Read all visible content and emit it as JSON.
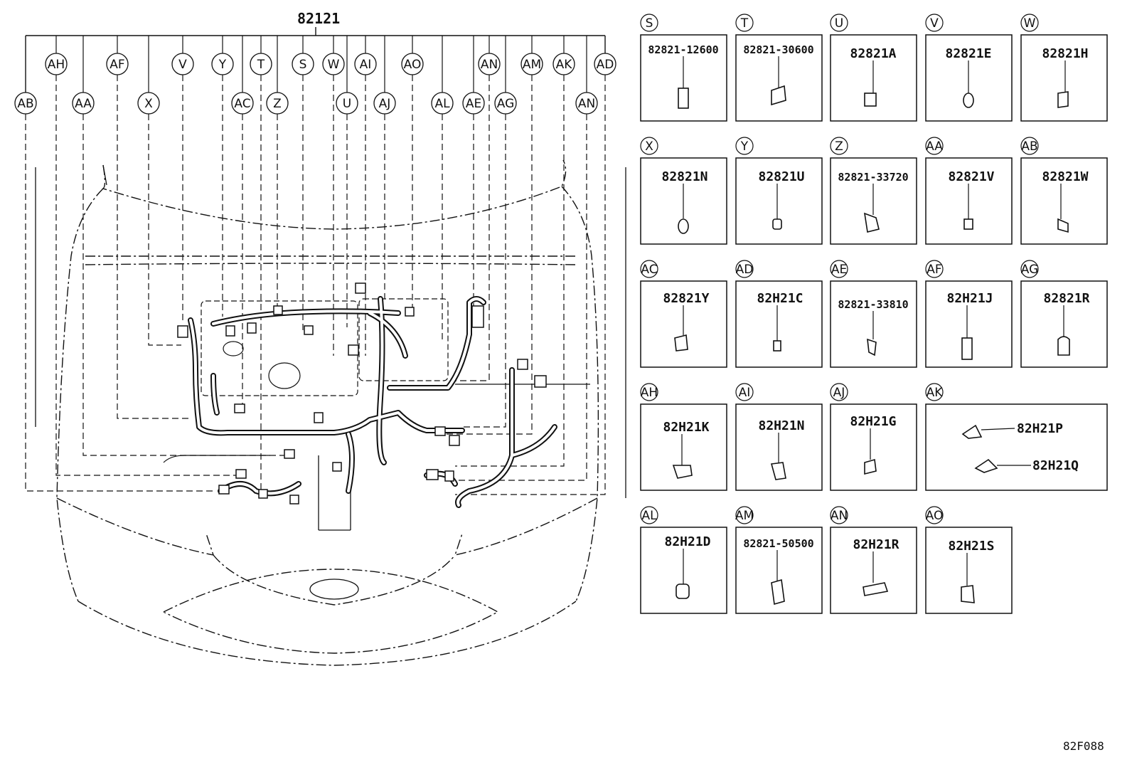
{
  "diagram": {
    "main_part_number": "82121",
    "drawing_code": "82F088",
    "top_callouts": [
      "AH",
      "AF",
      "V",
      "Y",
      "T",
      "S",
      "W",
      "AI",
      "AO",
      "AN",
      "AM",
      "AK",
      "AD"
    ],
    "bottom_callouts": [
      "AB",
      "AA",
      "X",
      "AC",
      "Z",
      "U",
      "AJ",
      "AL",
      "AE",
      "AG",
      "AN"
    ],
    "connector_panels": [
      {
        "id": "S",
        "part": "82821-12600"
      },
      {
        "id": "T",
        "part": "82821-30600"
      },
      {
        "id": "U",
        "part": "82821A"
      },
      {
        "id": "V",
        "part": "82821E"
      },
      {
        "id": "W",
        "part": "82821H"
      },
      {
        "id": "X",
        "part": "82821N"
      },
      {
        "id": "Y",
        "part": "82821U"
      },
      {
        "id": "Z",
        "part": "82821-33720"
      },
      {
        "id": "AA",
        "part": "82821V"
      },
      {
        "id": "AB",
        "part": "82821W"
      },
      {
        "id": "AC",
        "part": "82821Y"
      },
      {
        "id": "AD",
        "part": "82H21C"
      },
      {
        "id": "AE",
        "part": "82821-33810"
      },
      {
        "id": "AF",
        "part": "82H21J"
      },
      {
        "id": "AG",
        "part": "82821R"
      },
      {
        "id": "AH",
        "part": "82H21K"
      },
      {
        "id": "AI",
        "part": "82H21N"
      },
      {
        "id": "AJ",
        "part": "82H21G"
      },
      {
        "id": "AK",
        "part": "82H21P",
        "part2": "82H21Q"
      },
      {
        "id": "AL",
        "part": "82H21D"
      },
      {
        "id": "AM",
        "part": "82821-50500"
      },
      {
        "id": "AN",
        "part": "82H21R"
      },
      {
        "id": "AO",
        "part": "82H21S"
      }
    ]
  }
}
